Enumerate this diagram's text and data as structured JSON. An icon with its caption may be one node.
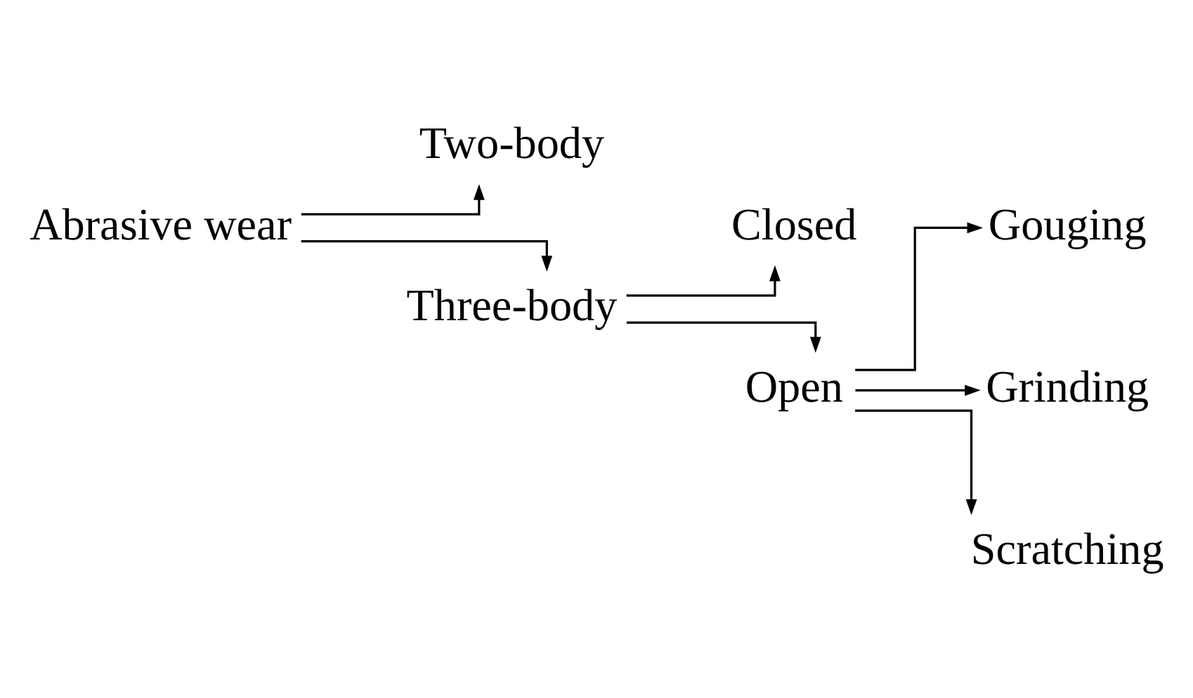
{
  "diagram": {
    "nodes": [
      {
        "text": [
          "Abrasive wear"
        ]
      },
      {
        "text": [
          "Two-body"
        ]
      },
      {
        "text": [
          "Three-body"
        ]
      },
      {
        "text": [
          "Closed"
        ]
      },
      {
        "text": [
          "Open"
        ]
      },
      {
        "text": [
          "Gouging"
        ]
      },
      {
        "text": [
          "Grinding"
        ]
      },
      {
        "text": [
          "Scratching"
        ]
      }
    ],
    "edges": [
      {
        "from": 0,
        "to": 1,
        "arrow": "to"
      },
      {
        "from": 0,
        "to": 2,
        "arrow": "to"
      },
      {
        "from": 2,
        "to": 3,
        "arrow": "to"
      },
      {
        "from": 2,
        "to": 4,
        "arrow": "to"
      },
      {
        "from": 4,
        "to": 5,
        "arrow": "to"
      },
      {
        "from": 4,
        "to": 6,
        "arrow": "to"
      },
      {
        "from": 4,
        "to": 7,
        "arrow": "to"
      }
    ]
  }
}
